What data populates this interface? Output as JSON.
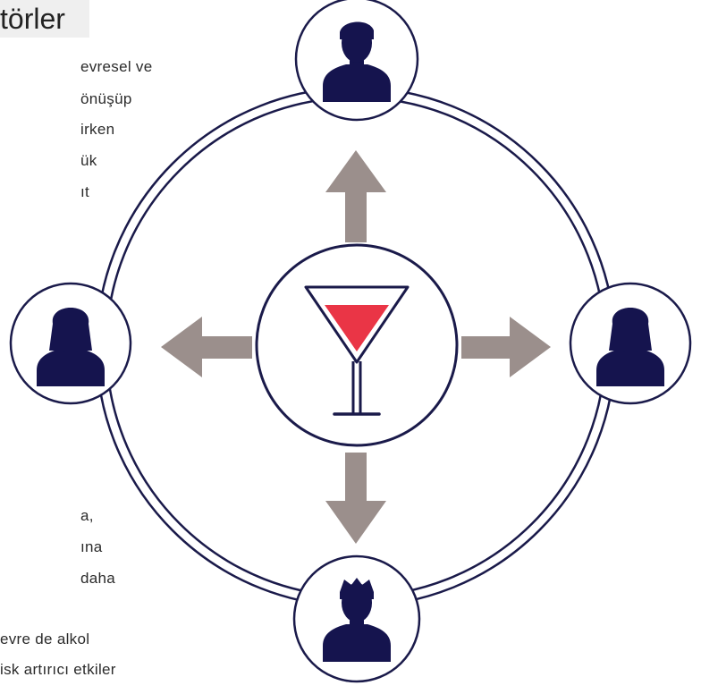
{
  "heading": {
    "title_fragment": "törler"
  },
  "text_fragments": {
    "top": [
      "evresel  ve",
      "önüşüp",
      "irken",
      "ük",
      "ıt"
    ],
    "bottom": [
      "a,",
      "ına",
      "daha",
      "evre de alkol",
      "isk  artırıcı  etkiler"
    ]
  },
  "diagram": {
    "center_icon": "cocktail-glass-icon",
    "person_icon": "person-silhouette-icon",
    "arrow_directions": [
      "up",
      "left",
      "right",
      "down"
    ],
    "colors": {
      "ring_stroke": "#1a1a4a",
      "person_fill": "#15144e",
      "arrow_fill": "#9b8f8c",
      "drink_fill": "#ea3546",
      "node_fill": "#ffffff"
    }
  }
}
